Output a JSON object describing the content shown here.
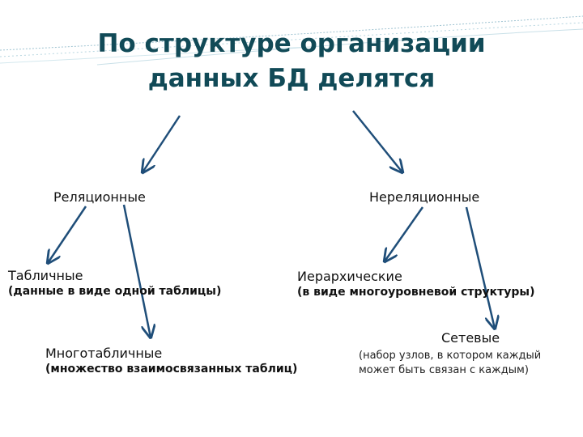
{
  "title": {
    "line1": "По структуре организации",
    "line2": "данных БД делятся"
  },
  "nodes": {
    "relational": "Реляционные",
    "nonrelational": "Нереляционные",
    "tabular": {
      "label": "Табличные",
      "note": "(данные в виде одной таблицы)"
    },
    "multitable": {
      "label": "Многотабличные",
      "note": "(множество взаимосвязанных таблиц)"
    },
    "hierarchical": {
      "label": "Иерархические",
      "note": "(в виде многоуровневой структуры)"
    },
    "network": {
      "label": "Сетевые",
      "note_line1": "(набор узлов, в котором каждый",
      "note_line2": "может быть связан с каждым)"
    }
  },
  "colors": {
    "title": "#114a57",
    "arrow": "#1f4e79",
    "decor": "#8fb8c8"
  }
}
